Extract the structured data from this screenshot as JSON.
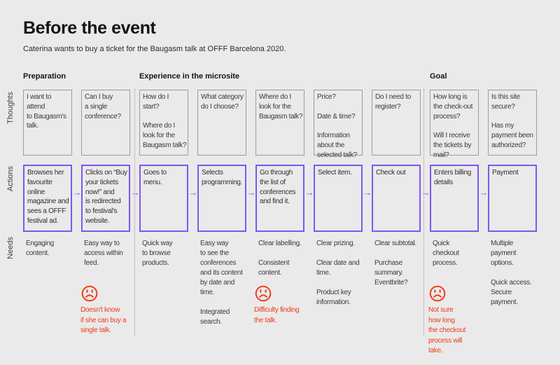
{
  "title": "Before the event",
  "subtitle": "Caterina wants to buy a ticket for the Baugasm talk at OFFF Barcelona 2020.",
  "phases": [
    {
      "label": "Preparation"
    },
    {
      "label": "Experience in the microsite"
    },
    {
      "label": "Goal"
    }
  ],
  "row_labels": {
    "thoughts": "Thoughts",
    "actions": "Actions",
    "needs": "Needs"
  },
  "arrow_icon": "→",
  "colors": {
    "background": "#eaeaea",
    "action_accent": "#7f57ee",
    "pain_red": "#f23a17",
    "box_border": "#9c9c9c"
  },
  "columns": [
    {
      "thought": "I want to\nattend\nto Baugasm's\ntalk.",
      "action": "Browses her\nfavourite online\nmagazine and\nsees a OFFF\nfestival ad.",
      "need": "Engaging\ncontent."
    },
    {
      "thought": "Can I buy\na single\nconference?",
      "action": "Clicks on “Buy\nyour tickets\nnow!” and\nis redirected\nto festival's\nwebsite.",
      "need": "Easy way to\naccess within\nfeed.",
      "pain": "Doesn't know\nif she can buy a\nsingle talk."
    },
    {
      "thought": "How do I\nstart?\n\nWhere do I\nlook for the\nBaugasm talk?",
      "action": "Goes to menu.",
      "need": "Quick way\nto browse\nproducts."
    },
    {
      "thought": "What category\ndo I choose?",
      "action": "Selects\nprogramming.",
      "need": "Easy way\nto see the\nconferences\nand its content\nby date and\ntime.\n\nIntegrated\nsearch."
    },
    {
      "thought": "Where do I\nlook for the\nBaugasm talk?",
      "action": "Go through\nthe list of\nconferences\nand find it.",
      "need": "Clear labelling.\n\nConsistent\ncontent.",
      "pain": "Difficulty finding\nthe talk."
    },
    {
      "thought": "Price?\n\nDate & time?\n\nInformation\nabout the\nselected talk?",
      "action": "Select item.",
      "need": "Clear prizing.\n\nClear date and\ntime.\n\nProduct key\ninformation."
    },
    {
      "thought": "Do I need to\nregister?",
      "action": "Check out",
      "need": "Clear subtotal.\n\nPurchase\nsummary.\nEventbrite?"
    },
    {
      "thought": "How long is\nthe check-out\nprocess?\n\nWill I receive\nthe tickets by\nmail?",
      "action": "Enters billing\ndetails",
      "need": "Quick\ncheckout\nprocess.",
      "pain": "Not sure\nhow long\nthe checkout\nprocess will\ntake."
    },
    {
      "thought": "Is this site\nsecure?\n\nHas my\npayment been\nauthorized?",
      "action": "Payment",
      "need": "Multiple\npayment\noptions.\n\nQuick access.\nSecure\npayment."
    }
  ]
}
